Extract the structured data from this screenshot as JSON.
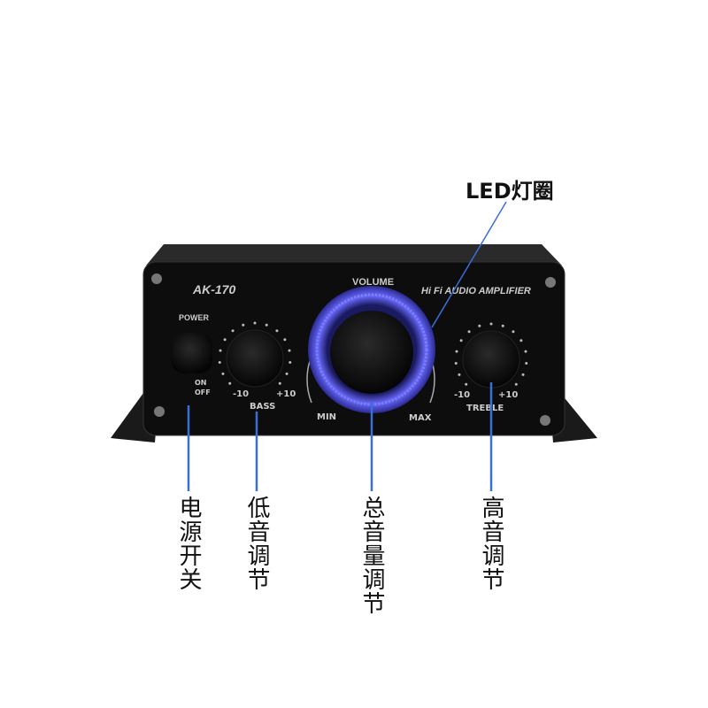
{
  "device": {
    "model": "AK-170",
    "brand_text": "Hi Fi AUDIO AMPLIFIER",
    "volume_label": "VOLUME",
    "volume_min": "MIN",
    "volume_max": "MAX",
    "power_label": "POWER",
    "power_on": "ON",
    "power_off": "OFF",
    "bass_label": "BASS",
    "bass_min": "-10",
    "bass_max": "+10",
    "treble_label": "TREBLE",
    "treble_min": "-10",
    "treble_max": "+10",
    "led_color": "#4a4aff"
  },
  "callouts": {
    "led_ring": "LED灯圈",
    "power_switch": "电源开关",
    "bass_control": "低音调节",
    "volume_control": "总音量调节",
    "treble_control": "高音调节",
    "line_color": "#3a6fd8"
  }
}
